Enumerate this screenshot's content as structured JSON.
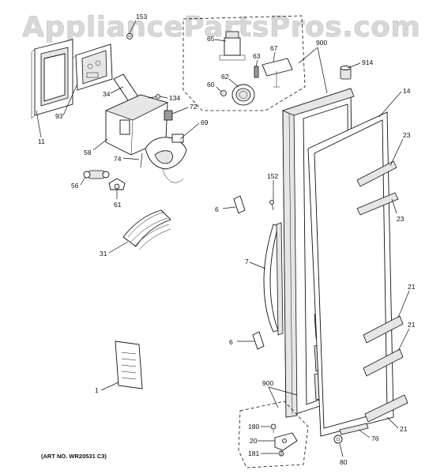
{
  "watermark": "AppliancePartsPros.com",
  "art_number": "(ART NO. WR20531 C3)",
  "callouts": {
    "c153": "153",
    "c65": "65",
    "c900a": "900",
    "c914": "914",
    "c63": "63",
    "c67": "67",
    "c62": "62",
    "c60": "60",
    "c34": "34",
    "c134": "134",
    "c72": "72",
    "c93": "93",
    "c69": "69",
    "c14": "14",
    "c11": "11",
    "c58": "58",
    "c74": "74",
    "c23a": "23",
    "c152": "152",
    "c56": "56",
    "c61": "61",
    "c6a": "6",
    "c23b": "23",
    "c31": "31",
    "c7": "7",
    "c21a": "21",
    "c21b": "21",
    "c6b": "6",
    "c900b": "900",
    "c1": "1",
    "c180": "180",
    "c20": "20",
    "c76": "76",
    "c21c": "21",
    "c181": "181",
    "c80": "80"
  }
}
